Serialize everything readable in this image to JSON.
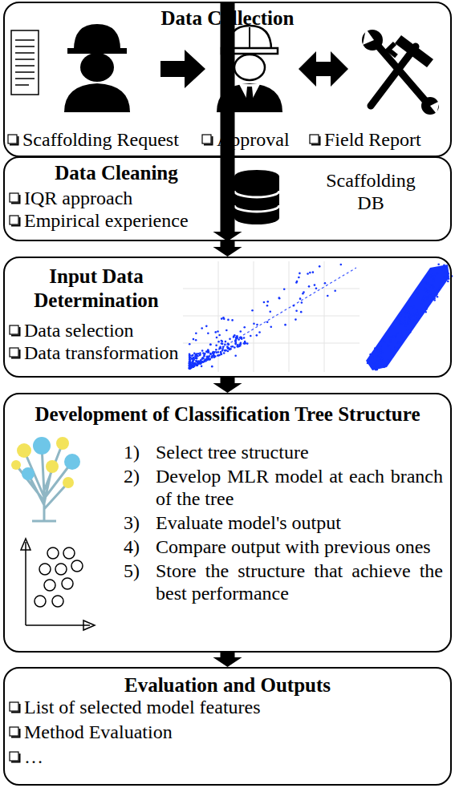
{
  "diagram": {
    "nodes": [
      {
        "text": [
          "Data Collection",
          "Scaffolding Request",
          "Approval",
          "Field Report"
        ]
      },
      {
        "text": [
          "Data Cleaning",
          "IQR approach",
          "Empirical experience",
          "Scaffolding DB"
        ]
      },
      {
        "text": [
          "Input Data Determination",
          "Data selection",
          "Data transformation"
        ]
      },
      {
        "text": [
          "Development of Classification Tree Structure",
          "1)",
          "Select tree structure",
          "2)",
          "Develop MLR model at each branch of the tree",
          "3)",
          "Evaluate model's output",
          "4)",
          "Compare output with previous ones",
          "5)",
          "Store the structure that achieve the best performance"
        ]
      },
      {
        "text": [
          "Evaluation and Outputs",
          "List of selected model features",
          "Method Evaluation",
          "…"
        ]
      }
    ],
    "edges": [
      {
        "from": 0,
        "to": 1,
        "arrow": "to"
      },
      {
        "from": 1,
        "to": 2,
        "arrow": "to"
      },
      {
        "from": 2,
        "to": 3,
        "arrow": "to"
      },
      {
        "from": 3,
        "to": 4,
        "arrow": "to"
      }
    ]
  }
}
